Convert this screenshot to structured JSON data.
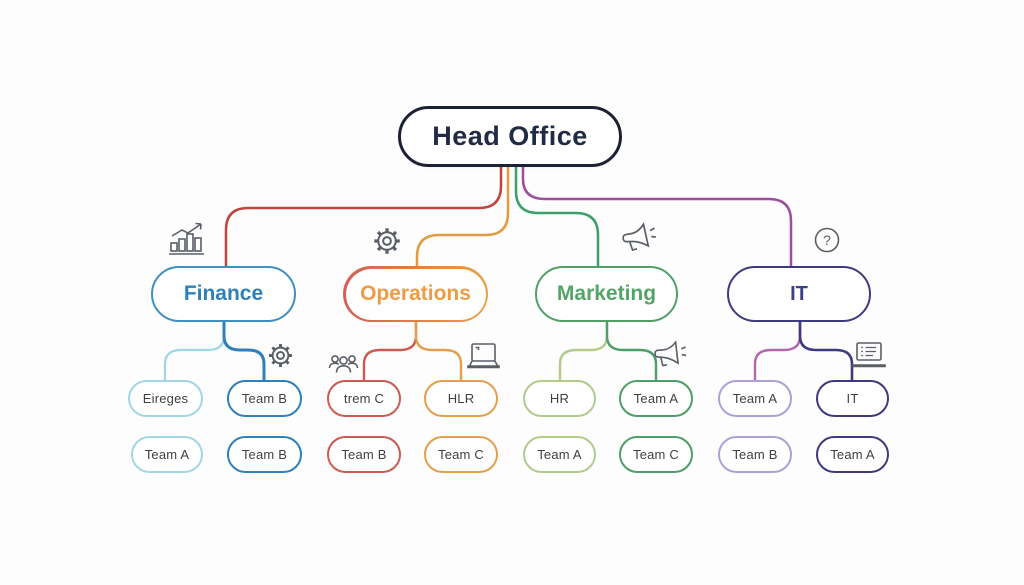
{
  "root": {
    "label": "Head Office"
  },
  "branches": [
    {
      "label": "Finance",
      "icon": "growth-chart-icon",
      "children_row1": [
        {
          "label": "Eireges"
        },
        {
          "label": "Team B",
          "icon": "gear-icon"
        }
      ],
      "children_row2": [
        {
          "label": "Team A"
        },
        {
          "label": "Team B"
        }
      ]
    },
    {
      "label": "Operations",
      "icon": "gear-icon",
      "children_row1": [
        {
          "label": "trem C",
          "icon": "people-icon"
        },
        {
          "label": "HLR",
          "icon": "laptop-icon"
        }
      ],
      "children_row2": [
        {
          "label": "Team B"
        },
        {
          "label": "Team C"
        }
      ]
    },
    {
      "label": "Marketing",
      "icon": "megaphone-icon",
      "children_row1": [
        {
          "label": "HR"
        },
        {
          "label": "Team A",
          "icon": "megaphone-icon"
        }
      ],
      "children_row2": [
        {
          "label": "Team A"
        },
        {
          "label": "Team C"
        }
      ]
    },
    {
      "label": "IT",
      "icon": "question-icon",
      "children_row1": [
        {
          "label": "Team A"
        },
        {
          "label": "IT",
          "icon": "laptop-list-icon"
        }
      ],
      "children_row2": [
        {
          "label": "Team B"
        },
        {
          "label": "Team A"
        }
      ]
    }
  ],
  "icons": {
    "question_glyph": "?"
  },
  "colors": {
    "background": "#fdfdfd",
    "root_border": "#1c2233",
    "root_text": "#222b45",
    "wire_finance": "#bf4540",
    "wire_operations": "#e59a42",
    "wire_marketing": "#3da06c",
    "wire_it": "#9c4f9c",
    "finance_border": "#3f8fc0",
    "finance_text": "#2f80b8",
    "operations_gradient_left": "#d45f55",
    "operations_gradient_right": "#e9a13f",
    "operations_text": "#ef9b43",
    "marketing_border": "#52a066",
    "it_border": "#3d3b7e",
    "light_cyan": "#a3d6e4",
    "blue": "#2f80b8",
    "red": "#cd5a50",
    "orange": "#e2a04b",
    "light_green": "#b2cb8d",
    "green": "#4d9e69",
    "light_purple": "#af9fd8",
    "magenta": "#b168ad",
    "navy": "#3d3b7e",
    "icon_gray": "#5a5f66",
    "child_text": "#3f3f3f"
  }
}
